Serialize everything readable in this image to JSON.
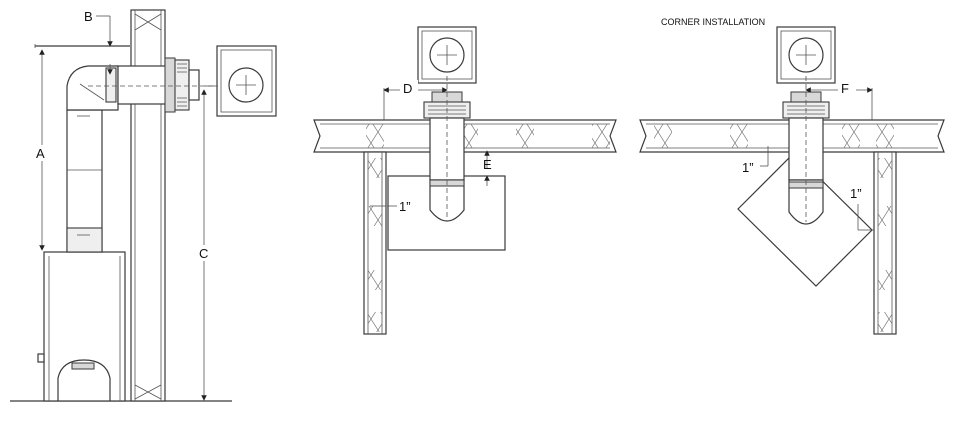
{
  "labels": {
    "a": "A",
    "b": "B",
    "c": "C",
    "d": "D",
    "e": "E",
    "f": "F",
    "one_inch_1": "1”",
    "one_inch_2": "1”",
    "one_inch_3": "1”",
    "corner_title": "CORNER INSTALLATION"
  }
}
